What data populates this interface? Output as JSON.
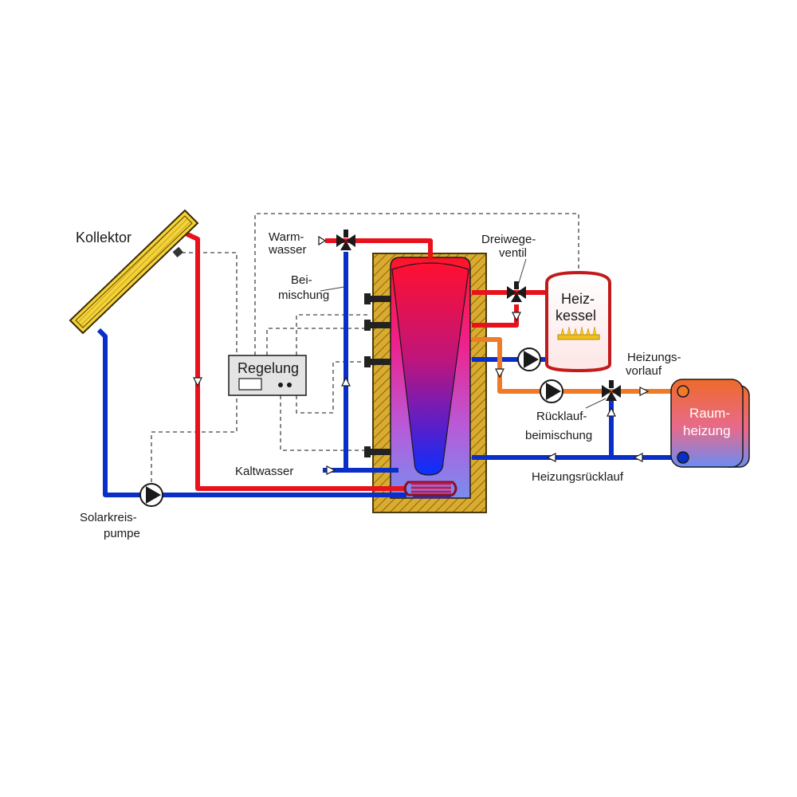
{
  "labels": {
    "kollektor": "Kollektor",
    "warm_1": "Warm-",
    "warm_2": "wasser",
    "beim_1": "Bei-",
    "beim_2": "mischung",
    "regelung": "Regelung",
    "kaltwasser": "Kaltwasser",
    "solar_1": "Solarkreis-",
    "solar_2": "pumpe",
    "dreiwege_1": "Dreiwege-",
    "dreiwege_2": "ventil",
    "heiz_1": "Heiz-",
    "heiz_2": "kessel",
    "vorlauf_1": "Heizungs-",
    "vorlauf_2": "vorlauf",
    "rueck_beim_1": "Rücklauf-",
    "rueck_beim_2": "beimischung",
    "ruecklauf": "Heizungsrücklauf",
    "raum_1": "Raum-",
    "raum_2": "heizung"
  },
  "colors": {
    "hot": "#e8121c",
    "cold": "#0a2fc8",
    "warm": "#ef7a28",
    "insulation": "#d4a52a",
    "control_line": "#444444"
  }
}
